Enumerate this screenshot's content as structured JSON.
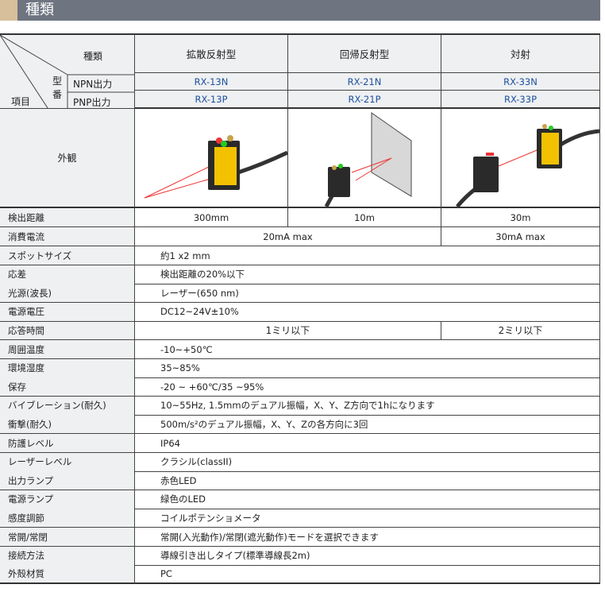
{
  "title": "種類",
  "header": {
    "type_label": "種類",
    "model_label_1": "型",
    "model_label_2": "番",
    "item_label": "項目",
    "npn_label": "NPN出力",
    "pnp_label": "PNP出力",
    "columns": [
      {
        "type": "拡散反射型",
        "npn": "RX-13N",
        "pnp": "RX-13P"
      },
      {
        "type": "回帰反射型",
        "npn": "RX-21N",
        "pnp": "RX-21P"
      },
      {
        "type": "対射",
        "npn": "RX-33N",
        "pnp": "RX-33P"
      }
    ]
  },
  "appearance_label": "外観",
  "specs": {
    "distance": {
      "label": "検出距離",
      "values": [
        "300mm",
        "10m",
        "30m"
      ]
    },
    "current": {
      "label": "消費電流",
      "values": [
        "20mA max",
        "30mA max"
      ]
    },
    "response": {
      "label": "応答時間",
      "values": [
        "1ミリ以下",
        "2ミリ以下"
      ]
    },
    "rows": [
      {
        "label": "スポットサイズ",
        "value": "約1 x2 mm"
      },
      {
        "label": "応差",
        "value": "検出距離の20%以下"
      },
      {
        "label": "光源(波長)",
        "value": "レーザー(650 nm)"
      },
      {
        "label": "電源電圧",
        "value": "DC12~24V±10%"
      },
      {
        "label": "周囲温度",
        "value": "-10~+50℃"
      },
      {
        "label": "環境湿度",
        "value": "35~85%"
      },
      {
        "label": "保存",
        "value": "-20 ~ +60℃/35 ~95%"
      },
      {
        "label": "バイブレーション(耐久)",
        "value": "10~55Hz, 1.5mmのデュアル振幅，X、Y、Z方向で1hになります"
      },
      {
        "label": "衝撃(耐久)",
        "value": "500m/s²のデュアル振幅，X、Y、Zの各方向に3回"
      },
      {
        "label": "防護レベル",
        "value": "IP64"
      },
      {
        "label": "レーザーレベル",
        "value": "クラシル(classII)"
      },
      {
        "label": "出力ランプ",
        "value": "赤色LED"
      },
      {
        "label": "電源ランプ",
        "value": "緑色のLED"
      },
      {
        "label": "感度調節",
        "value": "コイルポテンショメータ"
      },
      {
        "label": "常開/常閉",
        "value": "常開(入光動作)/常閉(遮光動作)モードを選択できます"
      },
      {
        "label": "接続方法",
        "value": "導線引き出しタイプ(標準導線長2m)"
      },
      {
        "label": "外殻材質",
        "value": "PC"
      }
    ]
  }
}
